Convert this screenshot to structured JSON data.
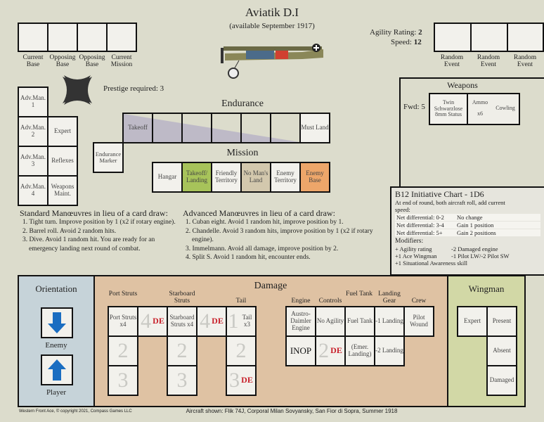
{
  "title": "Aviatik D.I",
  "subtitle": "(available September 1917)",
  "agility_label": "Agility Rating:",
  "agility": "2",
  "speed_label": "Speed:",
  "speed": "12",
  "top_left_labels": [
    "Current Base",
    "Opposing Base",
    "Opposing Base",
    "Current Mission"
  ],
  "random_event_labels": [
    "Random Event",
    "Random Event",
    "Random Event"
  ],
  "prestige": "Prestige required: 3",
  "adv_man": [
    "Adv.Man. 1",
    "Adv.Man. 2",
    "Adv.Man. 3",
    "Adv.Man. 4"
  ],
  "skills": [
    "Expert",
    "Reflexes",
    "Weapons Maint."
  ],
  "endurance": {
    "title": "Endurance",
    "first": "Takeoff",
    "last": "Must Land",
    "marker": "Endurance Marker"
  },
  "mission": {
    "title": "Mission",
    "cells": [
      "Hangar",
      "Takeoff/ Landing",
      "Friendly Territory",
      "No Man's Land",
      "Enemy Territory",
      "Enemy Base"
    ]
  },
  "weapons": {
    "title": "Weapons",
    "fwd": "Fwd: 5",
    "gun": "Twin Schwarzlose 8mm Status",
    "ammo": "Ammo",
    "ammo_count": "x6",
    "cowling": "Cowling"
  },
  "initiative": {
    "title": "B12 Initiative Chart - 1D6",
    "intro": "At end of round, both aircraft roll, add current speed:",
    "rows": [
      [
        "Net differential: 0-2",
        "No change"
      ],
      [
        "Net differential: 3-4",
        "Gain 1 position"
      ],
      [
        "Net differential: 5+",
        "Gain 2 positions"
      ]
    ],
    "modifiers_title": "Modifiers:",
    "modifiers": [
      [
        "+ Agility rating",
        "-2 Damaged engine"
      ],
      [
        "+1 Ace Wingman",
        "-1 Pilot LW/-2 Pilot SW"
      ],
      [
        "+1 Situational Awareness skill",
        ""
      ]
    ]
  },
  "standard": {
    "title": "Standard Manœuvres in lieu of a card draw:",
    "items": [
      "1. Tight turn. Improve position by 1 (x2 if rotary engine).",
      "2. Barrel roll. Avoid 2 random hits.",
      "3. Dive. Avoid 1 random hit. You are ready for an emergency landing next round of combat."
    ]
  },
  "advanced": {
    "title": "Advanced Manœuvres in lieu of a card draw:",
    "items": [
      "1. Cuban eight. Avoid 1 random hit, improve position by 1.",
      "2. Chandelle. Avoid 3 random hits, improve position by 1 (x2 if rotary engine).",
      "3. Immelmann. Avoid all damage, improve position by 2.",
      "4. Split S. Avoid 1 random hit, encounter ends."
    ]
  },
  "orientation": {
    "title": "Orientation",
    "enemy": "Enemy",
    "player": "Player"
  },
  "damage": {
    "title": "Damage",
    "headers": [
      "Port Struts",
      "Starboard Struts",
      "Tail",
      "Engine",
      "Controls",
      "Fuel Tank",
      "Landing Gear",
      "Crew"
    ],
    "port": "Port Struts x4",
    "starboard": "Starboard Struts x4",
    "tail": "Tail x3",
    "de": "DE",
    "engine": [
      "Austro-Daimler Engine",
      "INOP"
    ],
    "controls": [
      "No Agility",
      "DE"
    ],
    "fuel": [
      "Fuel Tank",
      "(Emer. Landing)"
    ],
    "gear": [
      "-1 Landing",
      "-2 Landing"
    ],
    "crew": "Pilot Wound",
    "nums": [
      "1",
      "2",
      "3",
      "4"
    ]
  },
  "wingman": {
    "title": "Wingman",
    "expert": "Expert",
    "present": "Present",
    "absent": "Absent",
    "damaged": "Damaged"
  },
  "footer_left": "Western Front Ace, © copyright 2021, Compass Games LLC",
  "footer_center": "Aircraft shown: Flik 74J, Corporal Milan Sovyansky, San Fior di Sopra, Summer 1918",
  "colors": {
    "takeoff": "#a7c35a",
    "noman": "#d3c8ad",
    "enemybase": "#eda66a",
    "orientation": "#c6d3d9",
    "damage": "#dfc2a3",
    "wingman": "#d2d8a6",
    "de": "#c8202a",
    "arrow": "#1a6dc1"
  }
}
